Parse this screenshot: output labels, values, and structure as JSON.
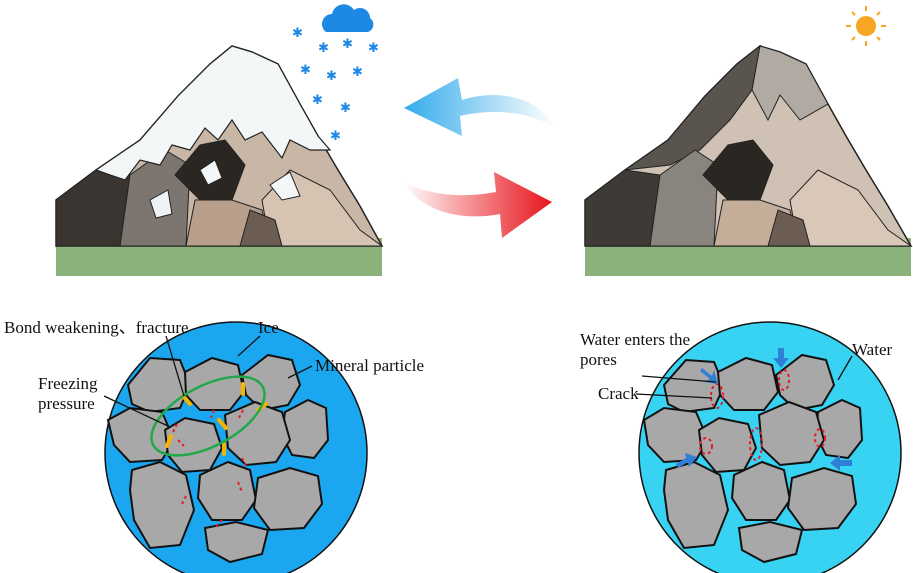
{
  "freeze_panel": {
    "labels": {
      "bond": "Bond weakening、fracture",
      "ice": "Ice",
      "mineral": "Mineral particle",
      "freezing_line1": "Freezing",
      "freezing_line2": "pressure"
    }
  },
  "thaw_panel": {
    "labels": {
      "water_enters_line1": "Water enters the",
      "water_enters_line2": "pores",
      "water": "Water",
      "crack": "Crack"
    }
  },
  "colors": {
    "ice_fill": "#1aa7f0",
    "water_fill": "#38d3f2",
    "particle_fill": "#a8a8a8",
    "crack_red": "#e31e24",
    "bond_yellow": "#f6b400",
    "ellipse_green": "#22a84a",
    "water_arrow_blue": "#2f7fd6",
    "freeze_arrow_blue": "#3ab0ec",
    "thaw_arrow_red": "#e8141c",
    "snowflake_blue": "#1e88e5",
    "cloud_blue": "#1e88e5",
    "sun_orange": "#f5a623",
    "grass_green": "#8ab17a"
  },
  "icons": [
    "cloud-icon",
    "snowflake-icon",
    "sun-icon"
  ]
}
